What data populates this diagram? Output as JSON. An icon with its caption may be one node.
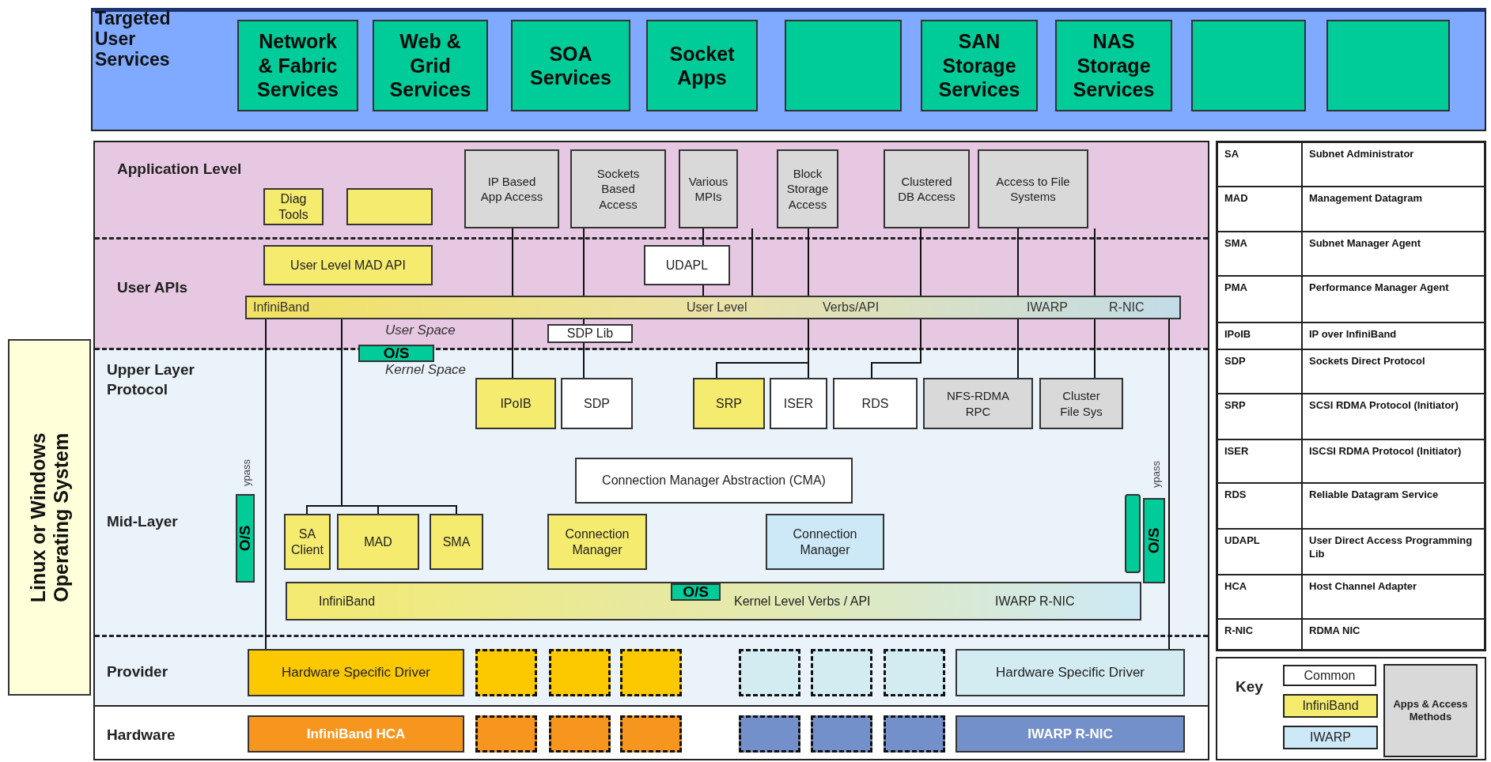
{
  "diagram": {
    "nodes": [
      {
        "text": [
          "Targeted User Services"
        ]
      },
      {
        "text": [
          "Network & Fabric Services"
        ],
        "in": 0
      },
      {
        "text": [
          "Web & Grid Services"
        ],
        "in": 0
      },
      {
        "text": [
          "SOA Services"
        ],
        "in": 0
      },
      {
        "text": [
          "Socket Apps"
        ],
        "in": 0
      },
      {
        "text": [],
        "shape": "box",
        "in": 0
      },
      {
        "text": [
          "SAN Storage Services"
        ],
        "in": 0
      },
      {
        "text": [
          "NAS Storage Services"
        ],
        "in": 0
      },
      {
        "text": [],
        "shape": "box",
        "in": 0
      },
      {
        "text": [],
        "shape": "box",
        "in": 0
      },
      {
        "text": [
          "Linux or Windows Operating System"
        ]
      },
      {
        "text": [
          "Diag Tools"
        ]
      },
      {
        "text": [],
        "shape": "box"
      },
      {
        "text": [
          "IP Based App Access"
        ]
      },
      {
        "text": [
          "Sockets Based Access"
        ]
      },
      {
        "text": [
          "Various MPIs"
        ]
      },
      {
        "text": [
          "Block Storage Access"
        ]
      },
      {
        "text": [
          "Clustered DB Access"
        ]
      },
      {
        "text": [
          "Access to File Systems"
        ]
      },
      {
        "text": [
          "User Level MAD API"
        ]
      },
      {
        "text": [
          "UDAPL"
        ]
      },
      {
        "text": [
          "InfiniBand",
          "User Level",
          "Verbs/API",
          "IWARP",
          "R-NIC"
        ]
      },
      {
        "text": [
          "SDP Lib"
        ]
      },
      {
        "text": [
          "O/S"
        ]
      },
      {
        "text": [
          "IPoIB"
        ]
      },
      {
        "text": [
          "SDP"
        ]
      },
      {
        "text": [
          "SRP"
        ]
      },
      {
        "text": [
          "ISER"
        ]
      },
      {
        "text": [
          "RDS"
        ]
      },
      {
        "text": [
          "NFS-RDMA RPC"
        ]
      },
      {
        "text": [
          "Cluster File Sys"
        ]
      },
      {
        "text": [
          "Connection Manager Abstraction (CMA)"
        ]
      },
      {
        "text": [
          "SA Client"
        ]
      },
      {
        "text": [
          "MAD"
        ]
      },
      {
        "text": [
          "SMA"
        ]
      },
      {
        "text": [
          "Connection Manager"
        ]
      },
      {
        "text": [
          "Connection Manager"
        ]
      },
      {
        "text": [
          "InfiniBand",
          "Kernel Level Verbs / API",
          "IWARP R-NIC"
        ]
      },
      {
        "text": [
          "O/S"
        ],
        "in": 37
      },
      {
        "text": [
          "O/S"
        ],
        "beside": [
          "ypass"
        ]
      },
      {
        "text": [],
        "shape": "bar"
      },
      {
        "text": [
          "O/S"
        ],
        "beside": [
          "ypass"
        ]
      },
      {
        "text": [
          "Hardware Specific Driver"
        ]
      },
      {
        "text": [],
        "shape": "box"
      },
      {
        "text": [],
        "shape": "box"
      },
      {
        "text": [],
        "shape": "box"
      },
      {
        "text": [],
        "shape": "box"
      },
      {
        "text": [],
        "shape": "box"
      },
      {
        "text": [],
        "shape": "box"
      },
      {
        "text": [
          "Hardware Specific Driver"
        ]
      },
      {
        "text": [
          "InfiniBand HCA"
        ]
      },
      {
        "text": [],
        "shape": "box"
      },
      {
        "text": [],
        "shape": "box"
      },
      {
        "text": [],
        "shape": "box"
      },
      {
        "text": [],
        "shape": "box"
      },
      {
        "text": [],
        "shape": "box"
      },
      {
        "text": [],
        "shape": "box"
      },
      {
        "text": [
          "IWARP R-NIC"
        ]
      }
    ],
    "edges": [
      {
        "from": 13,
        "to": 21,
        "arrow": "none"
      },
      {
        "from": 21,
        "to": 24,
        "arrow": "none"
      },
      {
        "from": 14,
        "to": 21,
        "arrow": "none"
      },
      {
        "from": 21,
        "to": 22,
        "arrow": "none"
      },
      {
        "from": 22,
        "to": 25,
        "arrow": "none"
      },
      {
        "from": 15,
        "to": 20,
        "arrow": "none"
      },
      {
        "from": 20,
        "to": 21,
        "arrow": "none"
      },
      {
        "from": 15,
        "to": 21,
        "arrow": "none"
      },
      {
        "from": 16,
        "to": 21,
        "arrow": "none"
      },
      {
        "from": 21,
        "to": 26,
        "arrow": "none"
      },
      {
        "from": 21,
        "to": 27,
        "arrow": "none"
      },
      {
        "from": 17,
        "to": 21,
        "arrow": "none"
      },
      {
        "from": 21,
        "to": 28,
        "arrow": "none"
      },
      {
        "from": 18,
        "to": 21,
        "arrow": "none"
      },
      {
        "from": 18,
        "to": 21,
        "arrow": "none"
      },
      {
        "from": 21,
        "to": 29,
        "arrow": "none"
      },
      {
        "from": 21,
        "to": 30,
        "arrow": "none"
      },
      {
        "from": 21,
        "to": 42,
        "arrow": "none"
      },
      {
        "from": 21,
        "to": 32,
        "arrow": "none"
      },
      {
        "from": 21,
        "to": 33,
        "arrow": "none"
      },
      {
        "from": 21,
        "to": 34,
        "arrow": "none"
      },
      {
        "from": 21,
        "to": 49,
        "arrow": "none"
      }
    ],
    "labels": [
      "Application Level",
      "User APIs",
      "User Space",
      "Kernel Space",
      "Upper Layer Protocol",
      "Mid-Layer",
      "Provider",
      "Hardware",
      "SA",
      "Subnet Administrator",
      "MAD",
      "Management Datagram",
      "SMA",
      "Subnet Manager Agent",
      "PMA",
      "Performance Manager Agent",
      "IPoIB",
      "IP over InfiniBand",
      "SDP",
      "Sockets Direct Protocol",
      "SRP",
      "SCSI RDMA Protocol (Initiator)",
      "ISER",
      "ISCSI RDMA Protocol (Initiator)",
      "RDS",
      "Reliable Datagram Service",
      "UDAPL",
      "User Direct Access Programming Lib",
      "HCA",
      "Host Channel Adapter",
      "R-NIC",
      "RDMA NIC",
      "Key"
    ],
    "legend": [
      {
        "text": "Common",
        "color": "#ffffff"
      },
      {
        "text": "InfiniBand",
        "color": "#f5eb6e"
      },
      {
        "text": "IWARP",
        "color": "#cde9f7"
      },
      {
        "text": "Apps & Access Methods",
        "color": "#d9d9d9"
      }
    ]
  }
}
